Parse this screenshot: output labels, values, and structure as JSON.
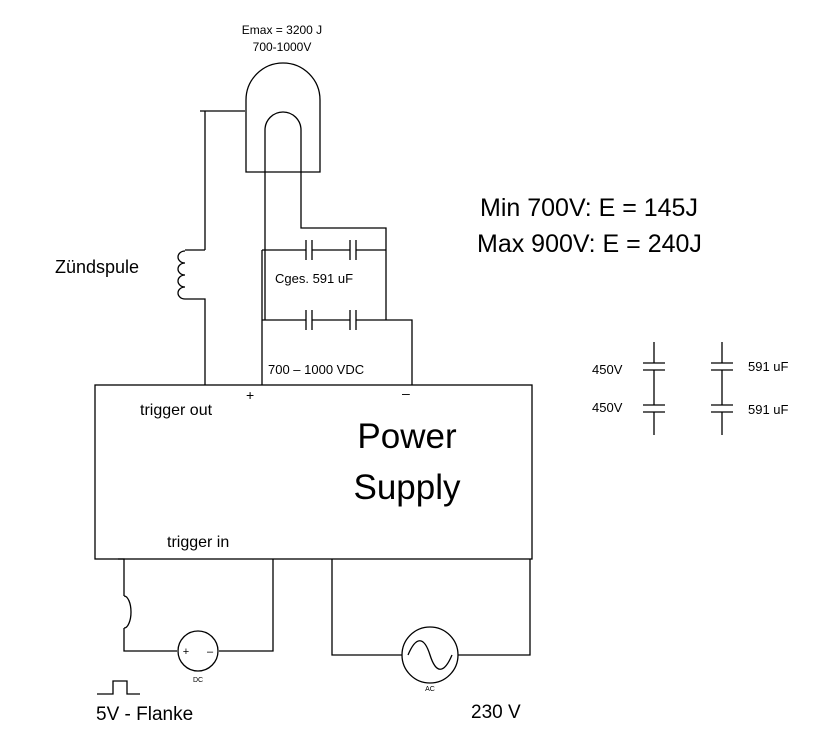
{
  "lamp": {
    "emax": "Emax = 3200 J",
    "voltage": "700-1000V"
  },
  "energy": {
    "min": "Min 700V:  E = 145J",
    "max": "Max 900V:  E = 240J"
  },
  "coil": {
    "label": "Zündspule"
  },
  "capbank": {
    "label": "Cges. 591 uF"
  },
  "vdc": {
    "label": "700 – 1000  VDC",
    "plus": "+",
    "minus": "–"
  },
  "power_supply": {
    "line1": "Power",
    "line2": "Supply",
    "trigger_out": "trigger out",
    "trigger_in": "trigger in"
  },
  "legend": {
    "v1": "450V",
    "v2": "450V",
    "c1": "591 uF",
    "c2": "591 uF"
  },
  "dc_source": {
    "tag": "DC",
    "plus": "+",
    "minus": "–"
  },
  "ac_source": {
    "tag": "AC"
  },
  "bottom": {
    "flank": "5V - Flanke",
    "mains": "230 V"
  }
}
